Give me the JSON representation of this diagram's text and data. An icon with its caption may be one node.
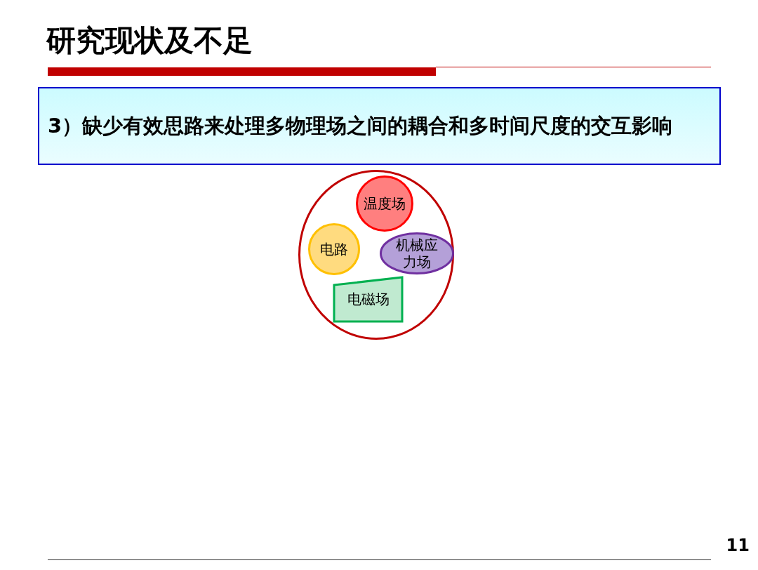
{
  "diagram": {
    "title": "研究现状及不足",
    "nodes": [
      {
        "text": [
          "3）缺少有效思路来处理多物理场之间的耦合和多时间尺度的交互影响"
        ]
      },
      {
        "text": [],
        "shape": "circle"
      },
      {
        "text": [
          "温度场"
        ],
        "in": 1
      },
      {
        "text": [
          "电路"
        ],
        "in": 1
      },
      {
        "text": [
          "机械应力场"
        ],
        "in": 1
      },
      {
        "text": [
          "电磁场"
        ],
        "in": 1
      }
    ],
    "labels": [
      "11"
    ]
  }
}
